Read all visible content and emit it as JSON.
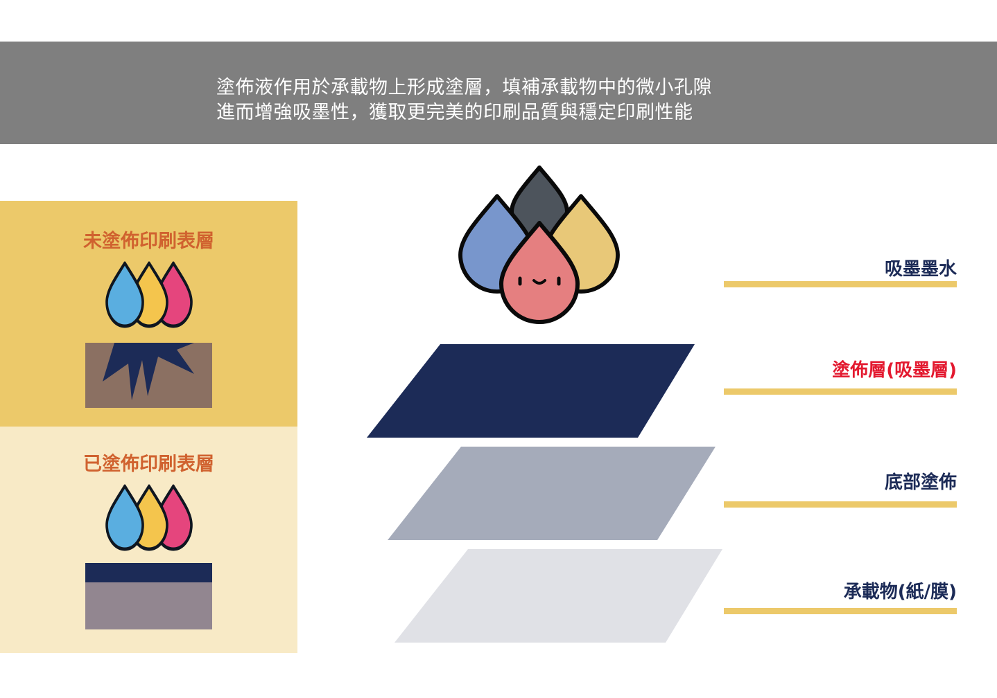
{
  "header": {
    "line1": "塗佈液作用於承載物上形成塗層，填補承載物中的微小孔隙",
    "line2": "進而增強吸墨性，獲取更完美的印刷品質與穩定印刷性能"
  },
  "left_panel": {
    "uncoated_title": "未塗佈印刷表層",
    "coated_title": "已塗佈印刷表層"
  },
  "layers": [
    {
      "label": "吸墨墨水"
    },
    {
      "label": "塗佈層(吸墨層)"
    },
    {
      "label": "底部塗佈"
    },
    {
      "label": "承載物(紙/膜)"
    }
  ],
  "colors": {
    "header_bg": "#7f7f7f",
    "panel_top": "#ecc96a",
    "panel_bottom": "#f8eac6",
    "title_orange": "#d0622f",
    "navy": "#1c2b57",
    "accent_red": "#e3192f"
  }
}
